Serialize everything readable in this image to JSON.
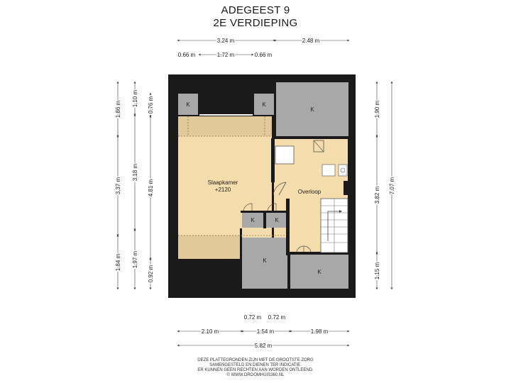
{
  "header": {
    "address": "ADEGEEST 9",
    "floor": "2E VERDIEPING"
  },
  "rooms": {
    "bedroom_name": "Slaapkamer",
    "bedroom_height": "+2120",
    "landing": "Overloop",
    "storage_label": "K"
  },
  "dimensions": {
    "top": [
      "3.24 m",
      "2.48 m"
    ],
    "top_sub": [
      "0.66 m",
      "1.72 m",
      "0.66 m"
    ],
    "left_outer": [
      "1.86 m",
      "3.37 m",
      "1.84 m"
    ],
    "left_middle": [
      "1.10 m",
      "3.18 m",
      "1.97 m"
    ],
    "left_inner": [
      "0.76 m",
      "4.81 m",
      "0.92 m"
    ],
    "right_inner": [
      "1.90 m",
      "3.82 m",
      "1.15 m"
    ],
    "right_outer": [
      "7.07 m"
    ],
    "bottom_small": [
      "0.72 m",
      "0.72 m"
    ],
    "bottom": [
      "2.10 m",
      "1.54 m",
      "1.98 m"
    ],
    "bottom_total": [
      "5.82 m"
    ]
  },
  "footer": {
    "line1": "DEZE PLATTEGRONDEN ZIJN MET DE GROOTSTE ZORG",
    "line2": "SAMENGESTELD EN DIENEN TER INDICATIE.",
    "line3": "ER KUNNEN GEEN RECHTEN AAN WORDEN ONTLEEND.",
    "line4": "© WWW.DROOMHUIS360.NL"
  },
  "colors": {
    "wall": "#1a1a1a",
    "floor_beige": "#f5dcac",
    "floor_low": "#e2c99a",
    "storage_gray": "#a8a8a8",
    "dimension_line": "#444444"
  }
}
